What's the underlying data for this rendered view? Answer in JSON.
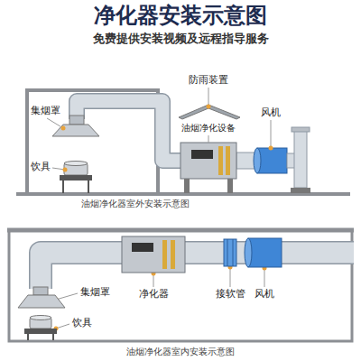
{
  "diagram": {
    "title": "净化器安装示意图",
    "labels": [
      "免费提供安装视频及远程指导服务",
      "防雨装置",
      "集烟罩",
      "油烟净化设备",
      "风机",
      "饮具",
      "油烟净化器室外安装示意图",
      "集烟罩",
      "净化器",
      "接软管",
      "风机",
      "饮具",
      "油烟净化器室内安装示意图"
    ]
  }
}
